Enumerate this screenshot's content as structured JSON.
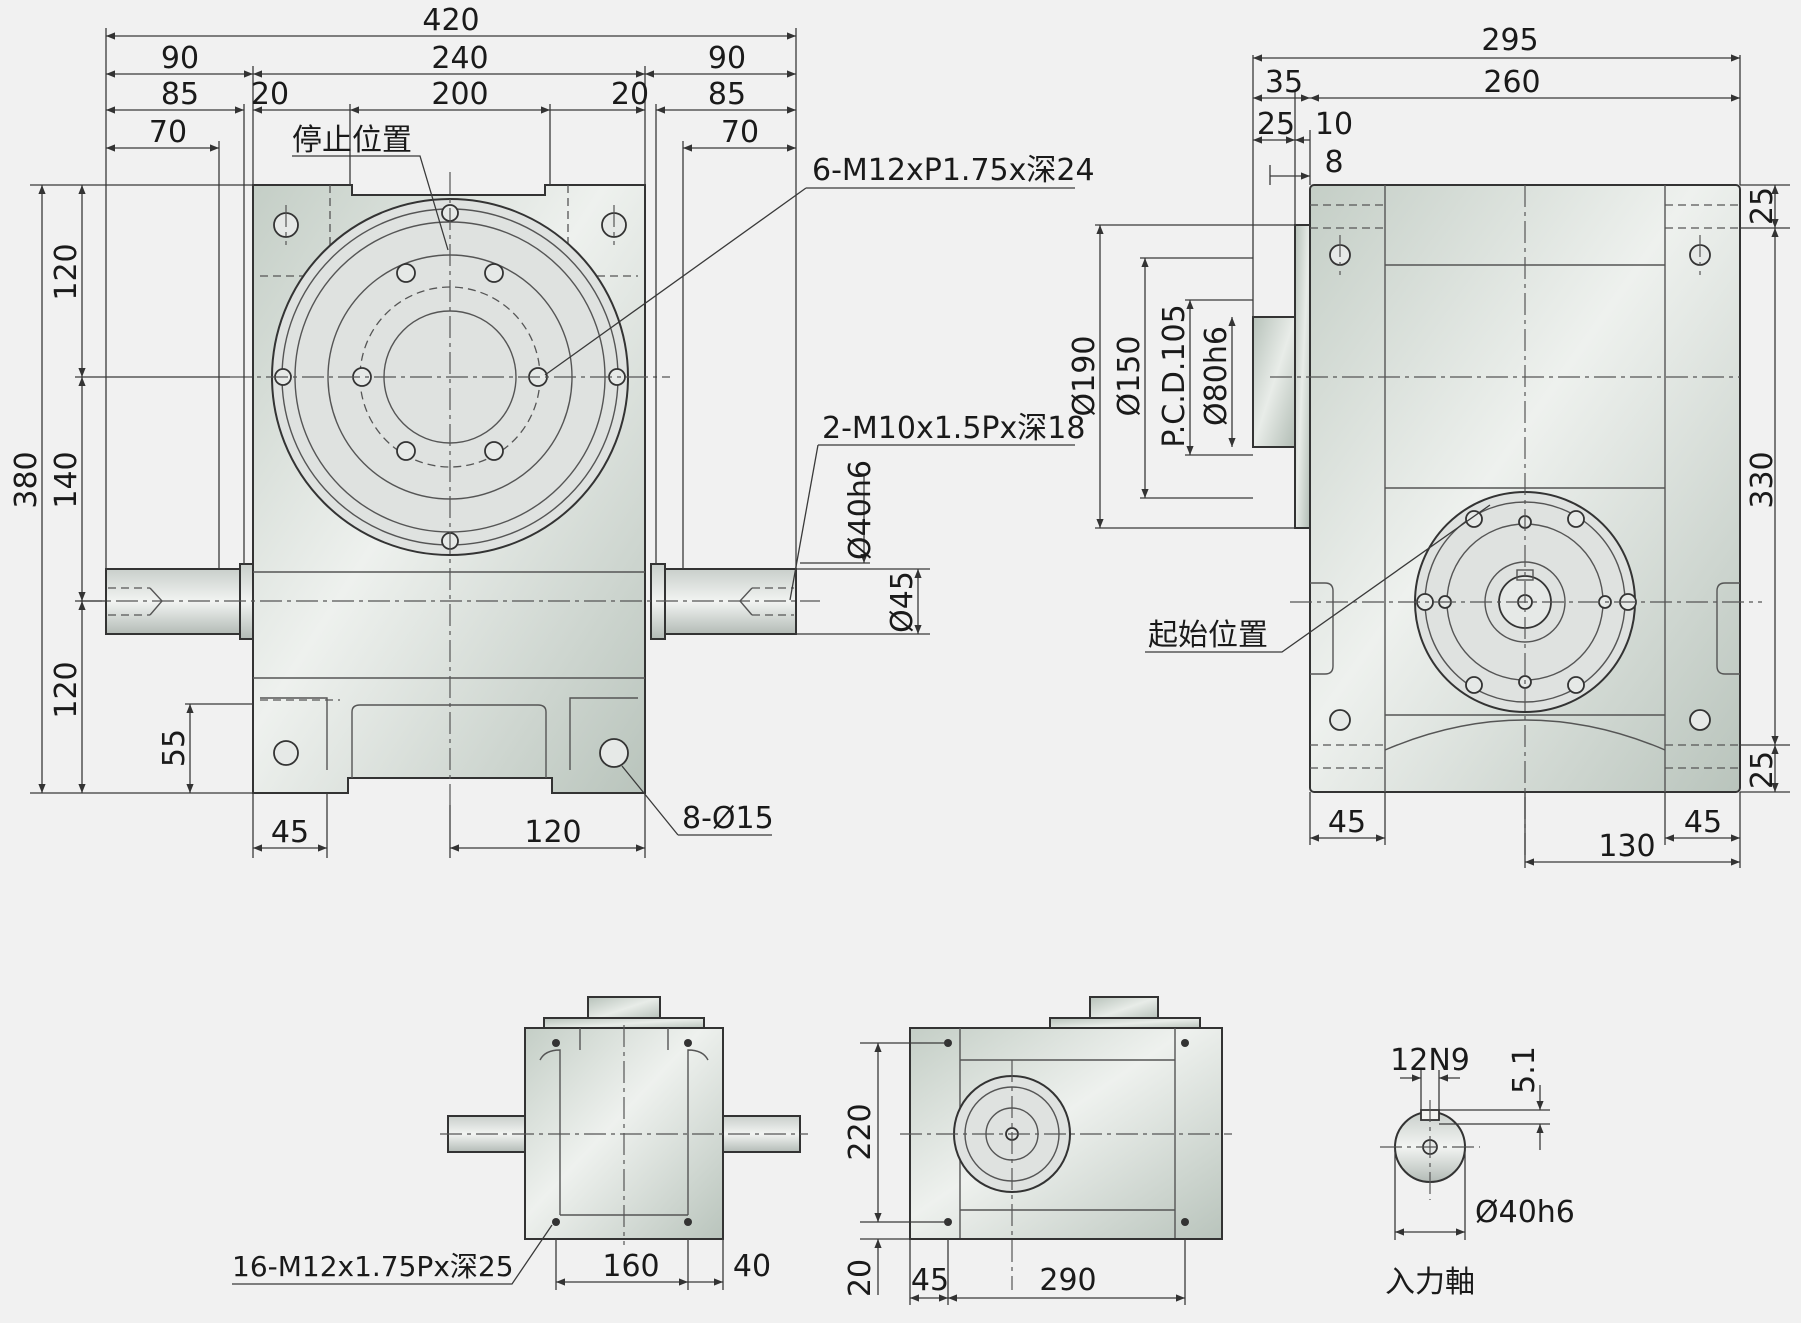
{
  "front_view": {
    "dims_top": [
      "420",
      "90",
      "240",
      "90",
      "85",
      "20",
      "200",
      "20",
      "85",
      "70",
      "70"
    ],
    "dims_left": [
      "380",
      "120",
      "140",
      "120",
      "55"
    ],
    "dims_bottom": [
      "45",
      "120"
    ],
    "dims_right": [
      "Ø40h6",
      "Ø45"
    ],
    "stop_position": "停止位置",
    "callout_tapped_output": "6-M12xP1.75x深24",
    "callout_tapped_shaft": "2-M10x1.5Px深18",
    "callout_mount_holes": "8-Ø15"
  },
  "side_view": {
    "dims_top": [
      "295",
      "35",
      "260",
      "25",
      "10",
      "8"
    ],
    "dims_left": [
      "Ø190",
      "Ø150",
      "P.C.D.105",
      "Ø80h6"
    ],
    "dims_right": [
      "25",
      "330",
      "25"
    ],
    "dims_bottom": [
      "45",
      "130",
      "45"
    ],
    "start_position": "起始位置"
  },
  "bottom_front_view": {
    "callout_holes": "16-M12x1.75Px深25",
    "dims_bottom": [
      "160",
      "40"
    ]
  },
  "bottom_side_view": {
    "dims_left": [
      "220",
      "20"
    ],
    "dims_bottom": [
      "45",
      "290"
    ]
  },
  "input_shaft_detail": {
    "keyway": "12N9",
    "key_depth": "5.1",
    "diameter": "Ø40h6",
    "title": "入力軸"
  }
}
